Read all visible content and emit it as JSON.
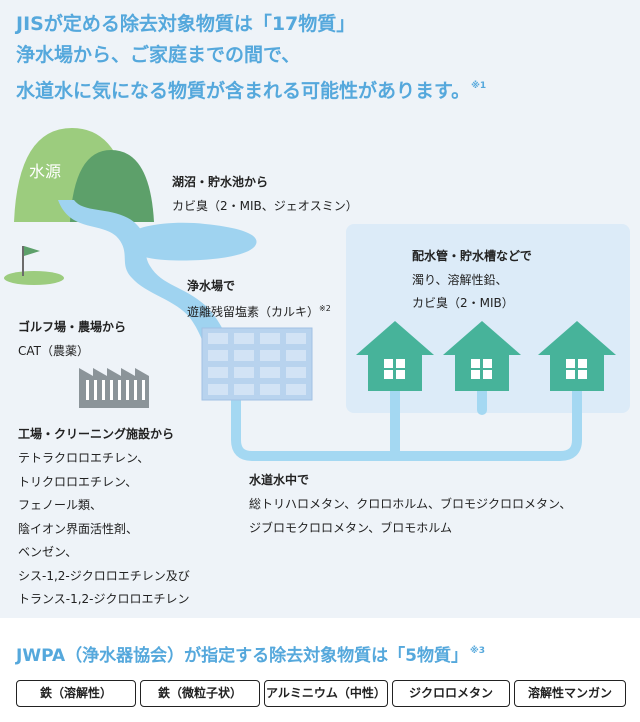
{
  "headline": {
    "line1": "JISが定める除去対象物質は「17物質」",
    "line2": "浄水場から、ご家庭までの間で、",
    "line3": "水道水に気になる物質が含まれる可能性があります。",
    "note": "※1"
  },
  "labels": {
    "source": "水源",
    "lake_title": "湖沼・貯水池から",
    "lake_body": "カビ臭（2・MIB、ジェオスミン）",
    "plant_title": "浄水場で",
    "plant_body": "遊離残留塩素（カルキ）",
    "plant_note": "※2",
    "golf_title": "ゴルフ場・農場から",
    "golf_body": "CAT（農薬）",
    "pipe_title": "配水管・貯水槽などで",
    "pipe_body1": "濁り、溶解性鉛、",
    "pipe_body2": "カビ臭（2・MIB）",
    "tap_title": "水道水中で",
    "tap_body1": "総トリハロメタン、クロロホルム、ブロモジクロロメタン、",
    "tap_body2": "ジブロモクロロメタン、ブロモホルム",
    "factory_title": "工場・クリーニング施設から"
  },
  "factory_list": [
    "テトラクロロエチレン、",
    "トリクロロエチレン、",
    "フェノール類、",
    "陰イオン界面活性剤、",
    "ベンゼン、",
    "シス-1,2-ジクロロエチレン及び",
    "トランス-1,2-ジクロロエチレン"
  ],
  "jwpa": {
    "title": "JWPA（浄水器協会）が指定する除去対象物質は「5物質」",
    "note": "※3",
    "items": [
      "鉄（溶解性）",
      "鉄（微粒子状）",
      "アルミニウム（中性）",
      "ジクロロメタン",
      "溶解性マンガン"
    ]
  },
  "colors": {
    "heading": "#55a8dc",
    "water": "#9fd3f0",
    "hill_light": "#9ccc7e",
    "hill_dark": "#5da06a",
    "house": "#47b39a",
    "plant": "#a9c7e8",
    "factory": "#8b9499"
  }
}
